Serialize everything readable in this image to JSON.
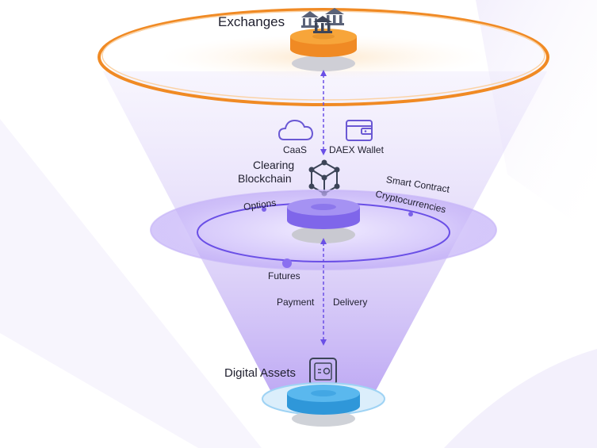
{
  "labels": {
    "exchanges": "Exchanges",
    "caas": "CaaS",
    "daex_wallet": "DAEX Wallet",
    "clearing": "Clearing",
    "blockchain": "Blockchain",
    "smart_contract": "Smart Contract",
    "options": "Options",
    "cryptocurrencies": "Cryptocurrencies",
    "futures": "Futures",
    "payment": "Payment",
    "delivery": "Delivery",
    "digital_assets": "Digital Assets"
  },
  "colors": {
    "exchange_ring": "#f08a24",
    "exchange_disc": "#f7a53a",
    "clearing_ring": "#6a4fe6",
    "clearing_disc": "#9b87f2",
    "asset_disc": "#3aa7e6",
    "arrow": "#6a4fe6",
    "icon": "#6a58d4",
    "text": "#1f1f2e"
  },
  "icons": [
    "bank-icon",
    "cloud-icon",
    "wallet-icon",
    "blockchain-cube-icon",
    "safe-icon"
  ]
}
